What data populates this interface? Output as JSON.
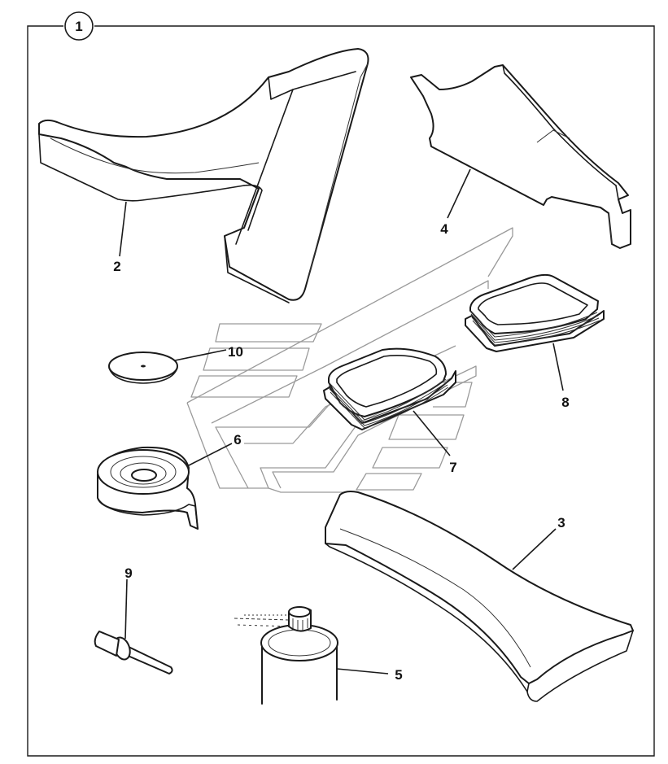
{
  "diagram": {
    "kit_label": "1",
    "callouts": {
      "p2": "2",
      "p3": "3",
      "p4": "4",
      "p5": "5",
      "p6": "6",
      "p7": "7",
      "p8": "8",
      "p9": "9",
      "p10": "10"
    }
  },
  "colors": {
    "line": "#1a1a1a",
    "ghost": "#9a9a9a",
    "background": "#ffffff"
  }
}
